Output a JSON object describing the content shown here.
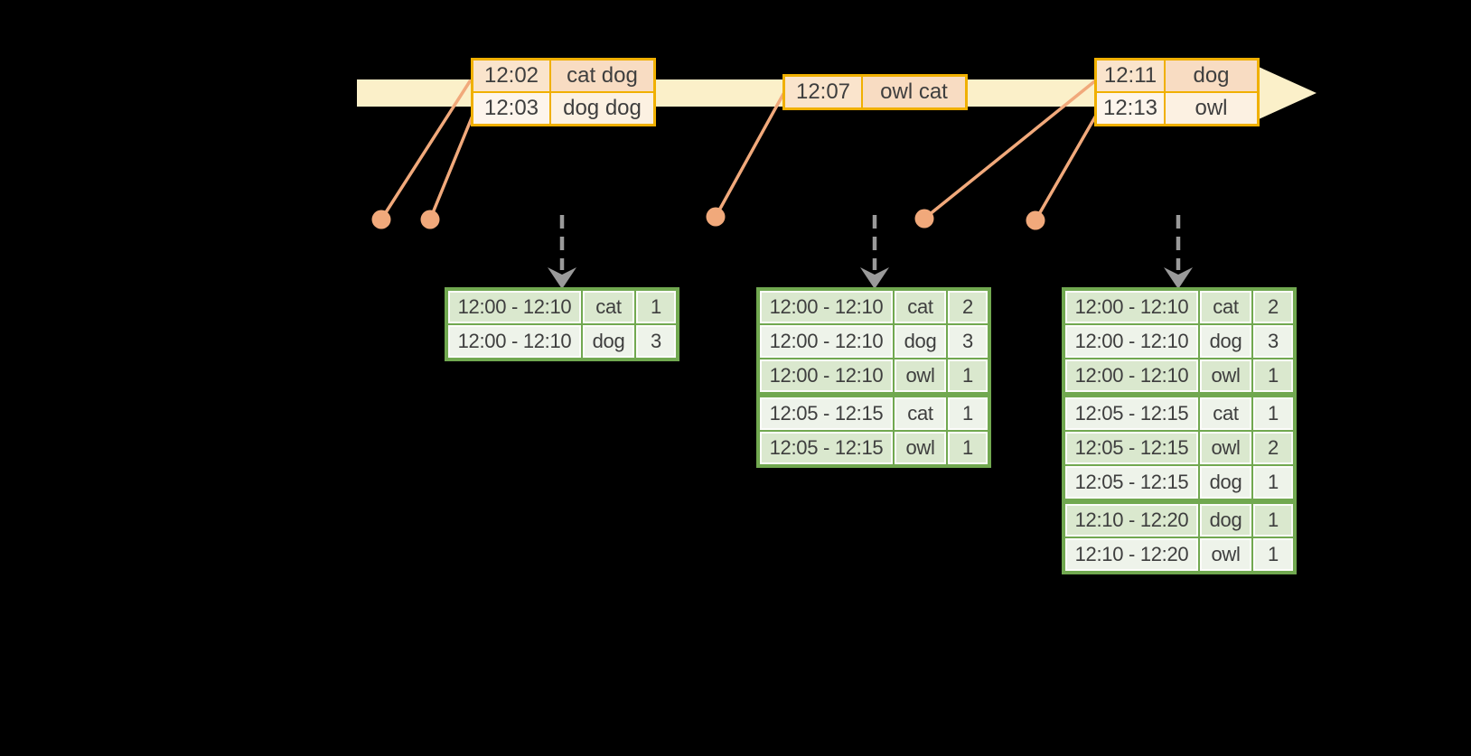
{
  "diagram": {
    "colors": {
      "background": "#000000",
      "timeline_band": "#FBF0C9",
      "event_table_border": "#F0B000",
      "event_row_dark_time": "#FAE4CC",
      "event_row_dark_words": "#F8DCC2",
      "event_row_light_time": "#FDF5EC",
      "event_row_light_words": "#FCF1E2",
      "marker_orange": "#F1A97B",
      "trigger_arrow_gray": "#9A9A9A",
      "result_table_border": "#71A850",
      "result_row_dark": "#DAE8CE",
      "result_row_light": "#EEF3EA",
      "text": "#3E3E3E"
    },
    "event_tables": [
      {
        "rows": [
          {
            "time": "12:02",
            "words": "cat dog"
          },
          {
            "time": "12:03",
            "words": "dog dog"
          }
        ]
      },
      {
        "rows": [
          {
            "time": "12:07",
            "words": "owl cat"
          }
        ]
      },
      {
        "rows": [
          {
            "time": "12:11",
            "words": "dog"
          },
          {
            "time": "12:13",
            "words": "owl"
          }
        ]
      }
    ],
    "result_tables": [
      {
        "rows": [
          {
            "window": "12:00 - 12:10",
            "word": "cat",
            "count": 1
          },
          {
            "window": "12:00 - 12:10",
            "word": "dog",
            "count": 3
          }
        ]
      },
      {
        "rows": [
          {
            "window": "12:00 - 12:10",
            "word": "cat",
            "count": 2
          },
          {
            "window": "12:00 - 12:10",
            "word": "dog",
            "count": 3
          },
          {
            "window": "12:00 - 12:10",
            "word": "owl",
            "count": 1
          },
          {
            "window": "12:05 - 12:15",
            "word": "cat",
            "count": 1
          },
          {
            "window": "12:05 - 12:15",
            "word": "owl",
            "count": 1
          }
        ]
      },
      {
        "rows": [
          {
            "window": "12:00 - 12:10",
            "word": "cat",
            "count": 2
          },
          {
            "window": "12:00 - 12:10",
            "word": "dog",
            "count": 3
          },
          {
            "window": "12:00 - 12:10",
            "word": "owl",
            "count": 1
          },
          {
            "window": "12:05 - 12:15",
            "word": "cat",
            "count": 1
          },
          {
            "window": "12:05 - 12:15",
            "word": "owl",
            "count": 2
          },
          {
            "window": "12:05 - 12:15",
            "word": "dog",
            "count": 1
          },
          {
            "window": "12:10 - 12:20",
            "word": "dog",
            "count": 1
          },
          {
            "window": "12:10 - 12:20",
            "word": "owl",
            "count": 1
          }
        ]
      }
    ]
  }
}
